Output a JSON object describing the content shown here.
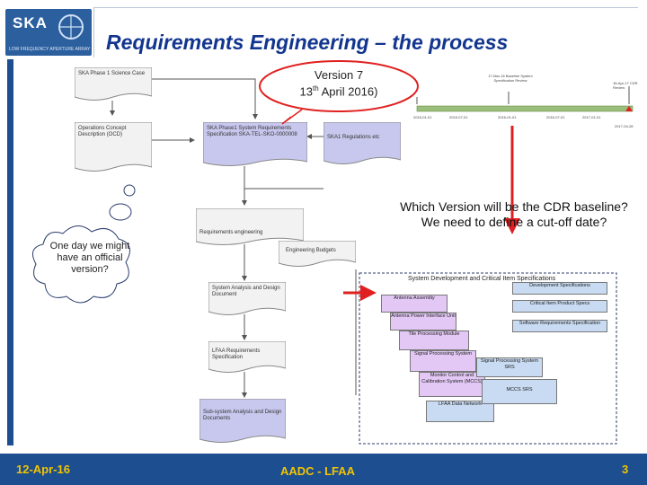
{
  "header": {
    "title": "Requirements Engineering – the process",
    "logo_text": "SKA",
    "logo_subtitle": "LOW FREQUENCY APERTURE ARRAY"
  },
  "footer": {
    "date": "12-Apr-16",
    "center": "AADC - LFAA",
    "page": "3"
  },
  "callout": {
    "line1": "Version 7",
    "line2_prefix": "13",
    "line2_sup": "th",
    "line2_suffix": " April 2016)"
  },
  "cloud": {
    "text": "One day we might have an official version?"
  },
  "note": {
    "text": "Which Version will be the CDR baseline? We need to define a cut-off date?"
  },
  "flow_docs": {
    "phase1_case": "SKA Phase 1 Science Case",
    "concept": "Operations Concept Description (OCD)",
    "system_req": "SKA Phase1 System Requirements Specification SKA-TEL-SKO-0000008",
    "regulations": "SKA1 Regulations etc",
    "req_eng": "Requirements engineering",
    "eng_budgets": "Engineering Budgets",
    "sys_analysis": "System Analysis and Design Document",
    "lfaa_req": "LFAA Requirements Specification",
    "subsystem": "Sub-system Analysis and Design Documents"
  },
  "timeline": {
    "labels_top": [
      "17-Mar-16 Baseline System Specification Review",
      "18-Apr-17 CDR Review"
    ],
    "labels_bottom": [
      "2015-01-01",
      "2015-07-01",
      "2016-01-01",
      "2016-07-01",
      "2017-01-01",
      "2017-04-28"
    ]
  },
  "spec_panel": {
    "title": "System Development and Critical Item Specifications",
    "items": [
      "Antenna Assembly",
      "Antenna Power Interface Unit",
      "Tile Processing Module",
      "Signal Processing System",
      "Monitor Control and Calibration System (MCCS)",
      "LFAA Data Network"
    ],
    "right_items": [
      "Development Specifications",
      "Critical Item Product Specs",
      "Software Requirements Specification",
      "Signal Processing System SRS",
      "MCCS SRS"
    ]
  },
  "colors": {
    "title": "#12358f",
    "footer_bg": "#1d4e8f",
    "footer_text": "#f2c400",
    "doc_fill": "#f2f2f2",
    "req_fill": "#c8c8ee",
    "spec_fill": "#e3c8f5",
    "right_fill": "#c8dbf2",
    "arrow_red": "#e02020"
  }
}
